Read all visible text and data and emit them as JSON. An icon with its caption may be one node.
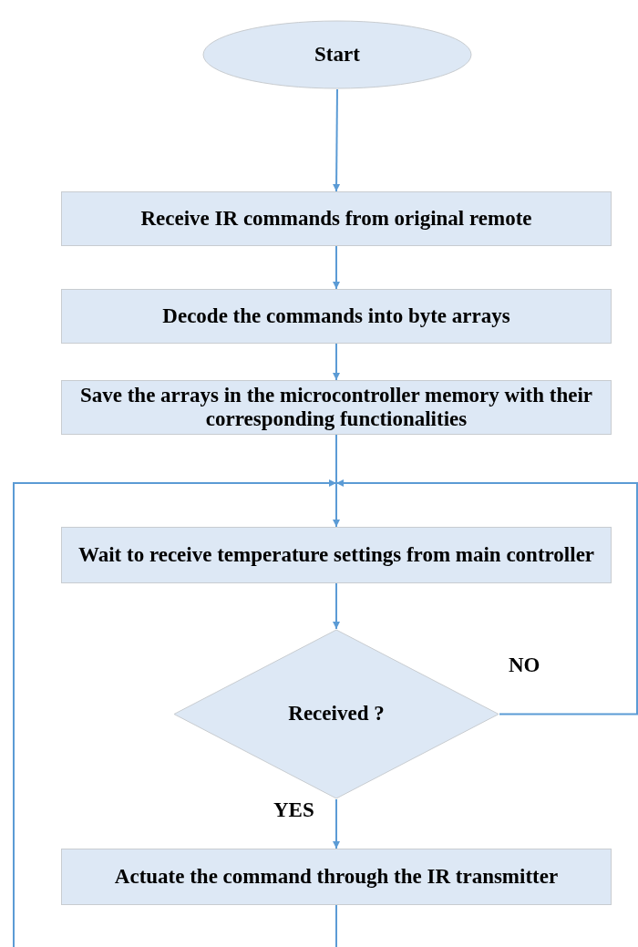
{
  "diagram": {
    "nodes": [
      {
        "text": [
          "Start"
        ]
      },
      {
        "text": [
          "Receive IR commands from original remote"
        ]
      },
      {
        "text": [
          "Decode the commands into byte arrays"
        ]
      },
      {
        "text": [
          "Save the arrays in the microcontroller memory with their corresponding functionalities"
        ]
      },
      {
        "text": [
          "Wait to receive temperature settings from main controller"
        ]
      },
      {
        "text": [
          "Received ?"
        ]
      },
      {
        "text": [
          "Actuate the command through the IR transmitter"
        ]
      }
    ],
    "edges": [
      {
        "from": 0,
        "to": 1,
        "arrow": "to"
      },
      {
        "from": 1,
        "to": 2,
        "arrow": "to"
      },
      {
        "from": 2,
        "to": 3,
        "arrow": "to"
      },
      {
        "from": 3,
        "to": 4,
        "arrow": "to"
      },
      {
        "from": 4,
        "to": 5,
        "arrow": "to"
      },
      {
        "from": 5,
        "to": 6,
        "arrow": "to",
        "label": "YES"
      },
      {
        "from": 5,
        "to": 4,
        "arrow": "to",
        "label": "NO"
      },
      {
        "from": 6,
        "to": 4,
        "arrow": "to"
      }
    ]
  }
}
